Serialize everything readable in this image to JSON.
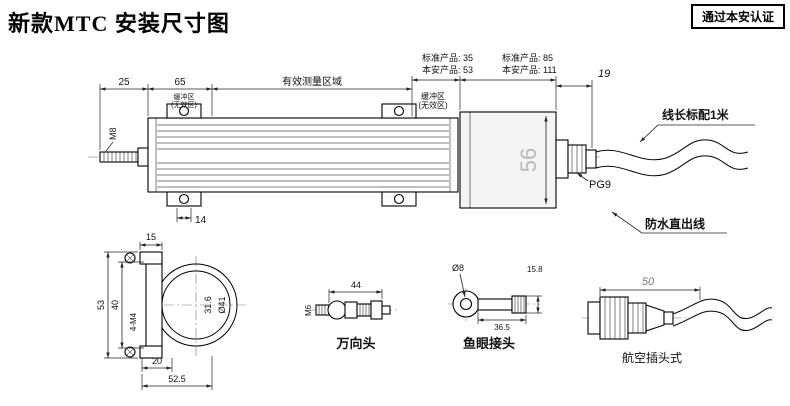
{
  "page": {
    "title": "新款MTC 安装尺寸图",
    "cert": "通过本安认证"
  },
  "main": {
    "dim_25": "25",
    "dim_65": "65",
    "effective_zone": "有效测量区域",
    "buffer_left_1": "缓冲区",
    "buffer_left_2": "(无效区)",
    "buffer_right_1": "缓冲区",
    "buffer_right_2": "(无效区)",
    "std_35": "标准产品: 35",
    "ia_53": "本安产品: 53",
    "std_85": "标准产品: 85",
    "ia_111": "本安产品: 111",
    "dim_19": "19",
    "dim_56": "56",
    "dim_14": "14",
    "m8": "M8",
    "cable_note": "线长标配1米",
    "pg9": "PG9",
    "waterproof": "防水直出线"
  },
  "bracket": {
    "dim_15": "15",
    "dim_53": "53",
    "dim_40": "40",
    "m4": "4-M4",
    "dia_41": "Ø41",
    "dim_316": "31.6",
    "dim_20": "20",
    "dim_525": "52.5"
  },
  "universal": {
    "label": "万向头",
    "dim_44": "44",
    "m6": "M6"
  },
  "fisheye": {
    "label": "鱼眼接头",
    "dia_8": "Ø8",
    "dim_158": "15.8",
    "dim_365": "36.5"
  },
  "plug": {
    "label": "航空插头式",
    "dim_50": "50"
  }
}
